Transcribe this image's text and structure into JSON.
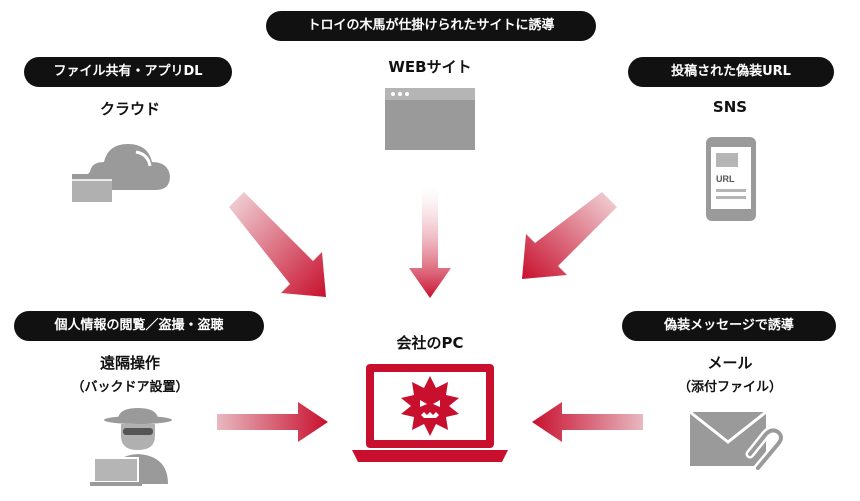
{
  "title_badge": "トロイの木馬が仕掛けられたサイトに誘導",
  "center": {
    "label": "会社のPC"
  },
  "sources": {
    "cloud": {
      "badge": "ファイル共有・アプリDL",
      "label": "クラウド"
    },
    "web": {
      "label": "WEBサイト"
    },
    "sns": {
      "badge": "投稿された偽装URL",
      "label": "SNS",
      "screen_text": "URL"
    },
    "remote": {
      "badge": "個人情報の閲覧／盗撮・盗聴",
      "label": "遠隔操作",
      "sublabel": "（バックドア設置）"
    },
    "mail": {
      "badge": "偽装メッセージで誘導",
      "label": "メール",
      "sublabel": "（添付ファイル）"
    }
  },
  "colors": {
    "accent": "#c8102e",
    "icon_gray": "#9a9a9a",
    "badge_bg": "#111111"
  },
  "icons": [
    "cloud-folder-icon",
    "browser-window-icon",
    "smartphone-icon",
    "hacker-laptop-icon",
    "mail-attachment-icon",
    "infected-laptop-icon",
    "virus-icon"
  ]
}
